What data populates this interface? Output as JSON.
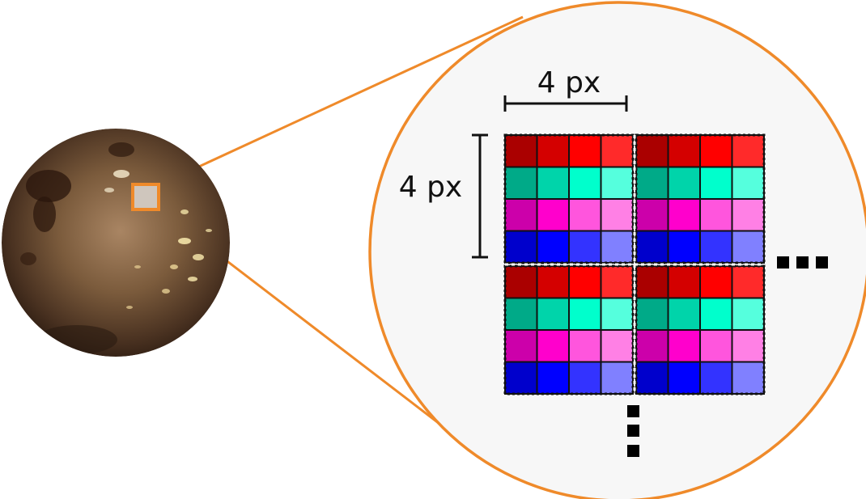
{
  "labels": {
    "width": "4 px",
    "height": "4 px"
  },
  "colors": {
    "accent": "#ef8a2a",
    "zoom_background": "#f7f7f7",
    "grid_line": "#111111",
    "tile_separator": "#ffffff"
  },
  "grid": {
    "tile_rows": 2,
    "tile_cols": 2,
    "pixels_per_tile": 4,
    "row_colors": [
      [
        "#aa0000",
        "#d40000",
        "#ff0000",
        "#ff2a2a"
      ],
      [
        "#00aa88",
        "#00d4aa",
        "#00ffcc",
        "#55ffdd"
      ],
      [
        "#cc00aa",
        "#ff00cc",
        "#ff55dd",
        "#ff80e5"
      ],
      [
        "#0000cc",
        "#0000ff",
        "#3333ff",
        "#8080ff"
      ]
    ]
  },
  "icons": {
    "continuation_horizontal": "ellipsis-horizontal-icon",
    "continuation_vertical": "ellipsis-vertical-icon"
  }
}
